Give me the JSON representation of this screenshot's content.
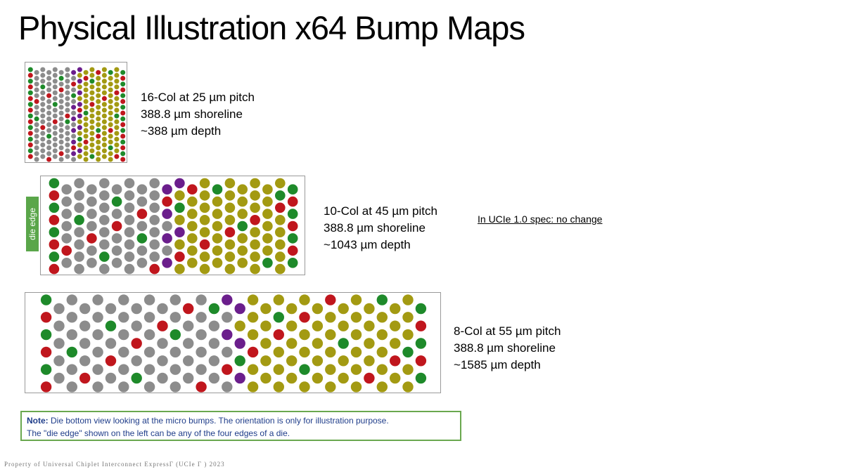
{
  "slide": {
    "title": "Physical Illustration x64 Bump Maps",
    "maps": [
      {
        "lines": [
          "16-Col at 25 µm pitch",
          "388.8 µm shoreline",
          "~388 µm depth"
        ]
      },
      {
        "lines": [
          "10-Col at 45 µm pitch",
          "388.8 µm shoreline",
          "~1043 µm depth"
        ]
      },
      {
        "lines": [
          "8-Col at 55 µm pitch",
          "388.8 µm shoreline",
          "~1585 µm depth"
        ]
      }
    ],
    "die_edge_label": "die edge",
    "ucie_note": "In UCIe 1.0 spec: no change",
    "note": {
      "label": "Note:",
      "line1": " Die bottom view looking at the micro bumps. The orientation is only for illustration purpose.",
      "line2": "The \"die edge\" shown on the left can be any of the four edges of a die."
    },
    "footer": "Property of Universal Chiplet Interconnect ExpressΓ (UCIe Γ ) 2023"
  },
  "colors": {
    "red": "#c0161d",
    "green": "#1e8a2a",
    "gray": "#8c8c8c",
    "olive": "#a39a12",
    "purple": "#6b1e8c",
    "die_edge": "#5aa64a",
    "note_border": "#6aa84f",
    "note_text": "#1f3d8a"
  }
}
